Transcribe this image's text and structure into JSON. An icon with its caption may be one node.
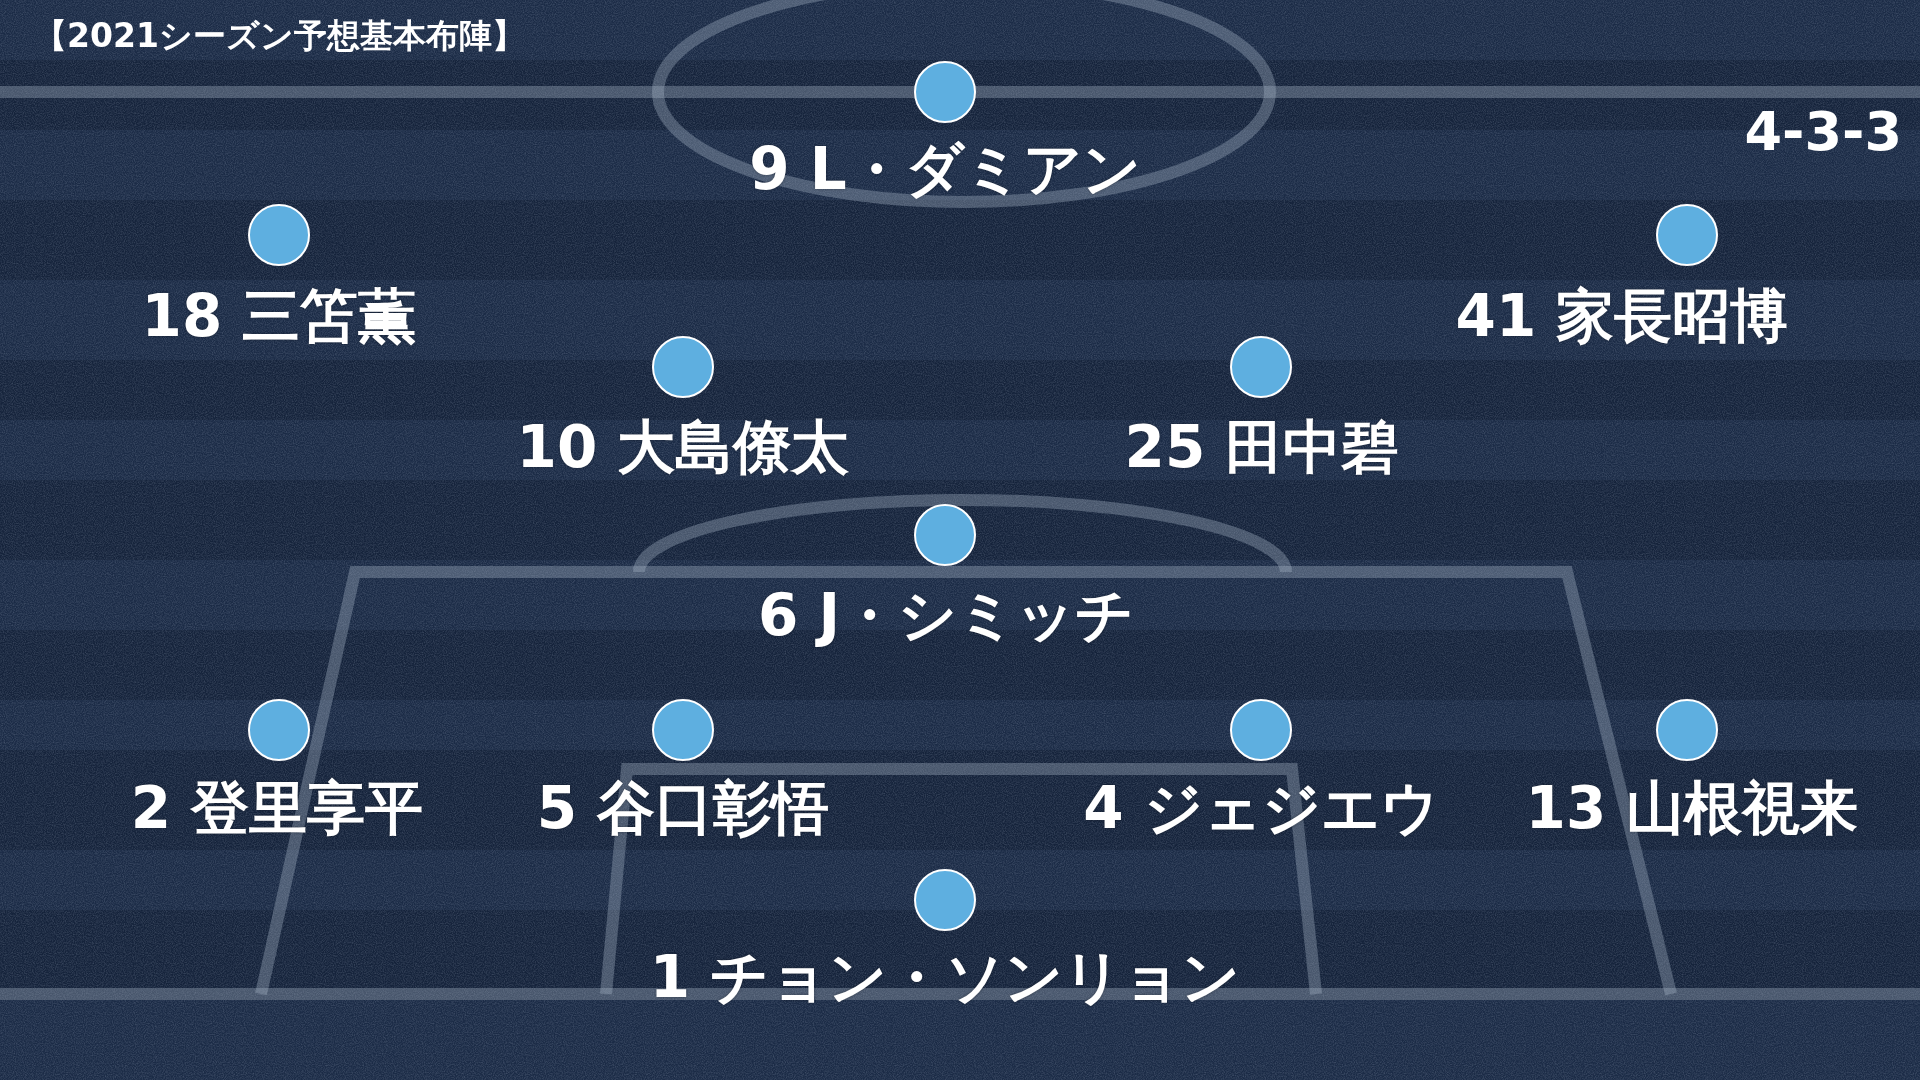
{
  "diagram": {
    "title": "【2021シーズン予想基本布陣】",
    "labels": [
      "4-3-3",
      "9 L・ダミアン",
      "18 三笘薫",
      "41 家長昭博",
      "10 大島僚太",
      "25 田中碧",
      "6 J・シミッチ",
      "2 登里享平",
      "5 谷口彰悟",
      "4 ジェジエウ",
      "13 山根視来",
      "1 チョン・ソンリョン"
    ]
  }
}
